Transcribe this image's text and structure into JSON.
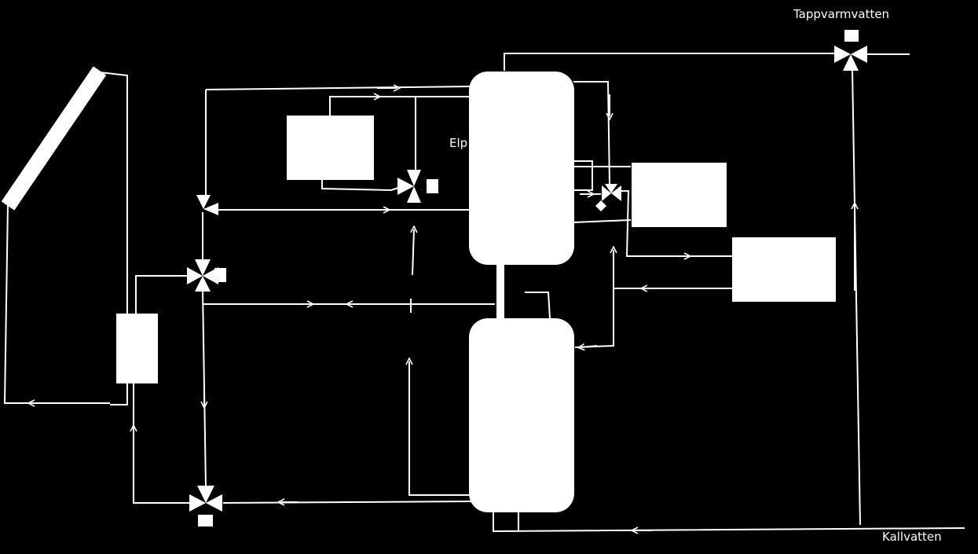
{
  "labels": {
    "hot_water": "Tappvarmvatten",
    "cold_water": "Kallvatten",
    "electric_heater_partial": "Elp"
  },
  "colors": {
    "background": "#000000",
    "foreground": "#ffffff"
  }
}
